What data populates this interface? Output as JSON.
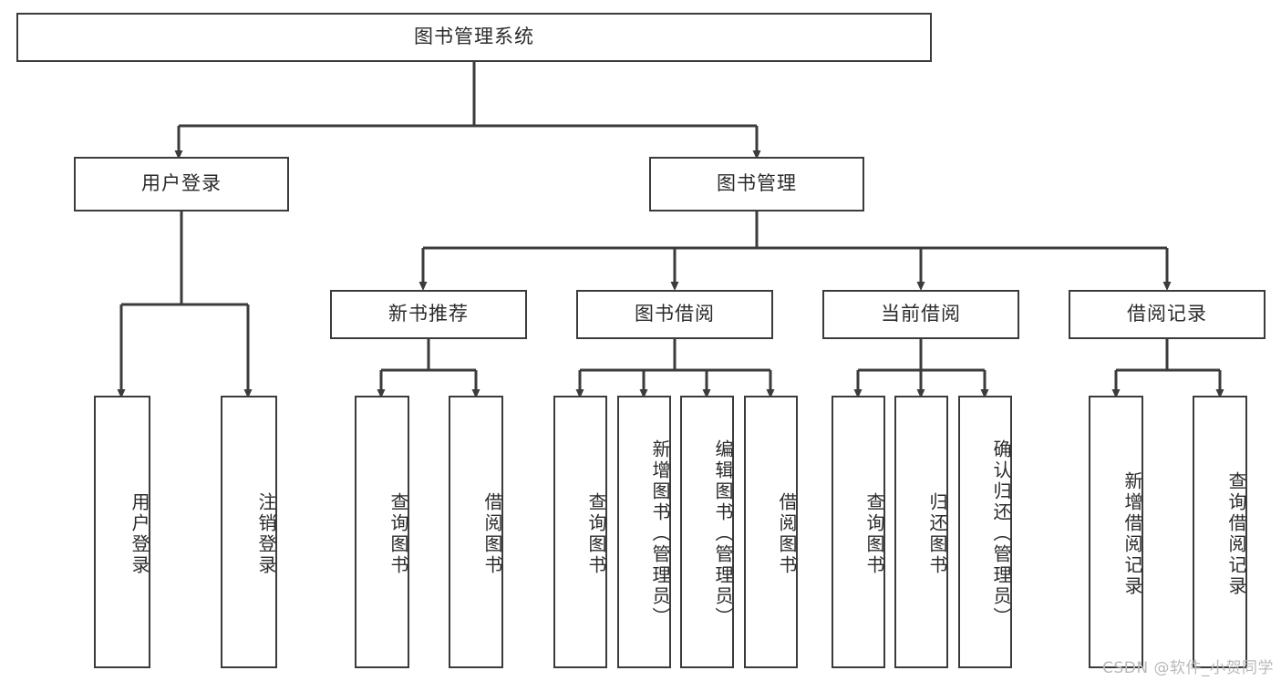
{
  "diagram": {
    "title": "图书管理系统",
    "line_color": "#3b3b3b",
    "box_fill": "#ffffff",
    "background": "#ffffff",
    "watermark": "CSDN @软件_小贺同学",
    "levels": {
      "root": {
        "label": "图书管理系统"
      },
      "level2": [
        {
          "id": "user-login",
          "label": "用户登录"
        },
        {
          "id": "book-manage",
          "label": "图书管理"
        }
      ],
      "level3": [
        {
          "id": "new-book-recommend",
          "label": "新书推荐"
        },
        {
          "id": "book-borrow",
          "label": "图书借阅"
        },
        {
          "id": "current-borrow",
          "label": "当前借阅"
        },
        {
          "id": "borrow-record",
          "label": "借阅记录"
        }
      ],
      "leaves": {
        "user_login": [
          {
            "id": "leaf-user-login",
            "label": "用户登录"
          },
          {
            "id": "leaf-logout-login",
            "label": "注销登录"
          }
        ],
        "new_book_recommend": [
          {
            "id": "leaf-query-book-1",
            "label": "查询图书"
          },
          {
            "id": "leaf-borrow-book-1",
            "label": "借阅图书"
          }
        ],
        "book_borrow": [
          {
            "id": "leaf-query-book-2",
            "label": "查询图书"
          },
          {
            "id": "leaf-add-book-admin",
            "label": "新增图书（管理员）"
          },
          {
            "id": "leaf-edit-book-admin",
            "label": "编辑图书（管理员）"
          },
          {
            "id": "leaf-borrow-book-2",
            "label": "借阅图书"
          }
        ],
        "current_borrow": [
          {
            "id": "leaf-query-book-3",
            "label": "查询图书"
          },
          {
            "id": "leaf-return-book",
            "label": "归还图书"
          },
          {
            "id": "leaf-confirm-return-admin",
            "label": "确认归还（管理员）"
          }
        ],
        "borrow_record": [
          {
            "id": "leaf-add-borrow-record",
            "label": "新增借阅记录"
          },
          {
            "id": "leaf-query-borrow-record",
            "label": "查询借阅记录"
          }
        ]
      }
    }
  }
}
